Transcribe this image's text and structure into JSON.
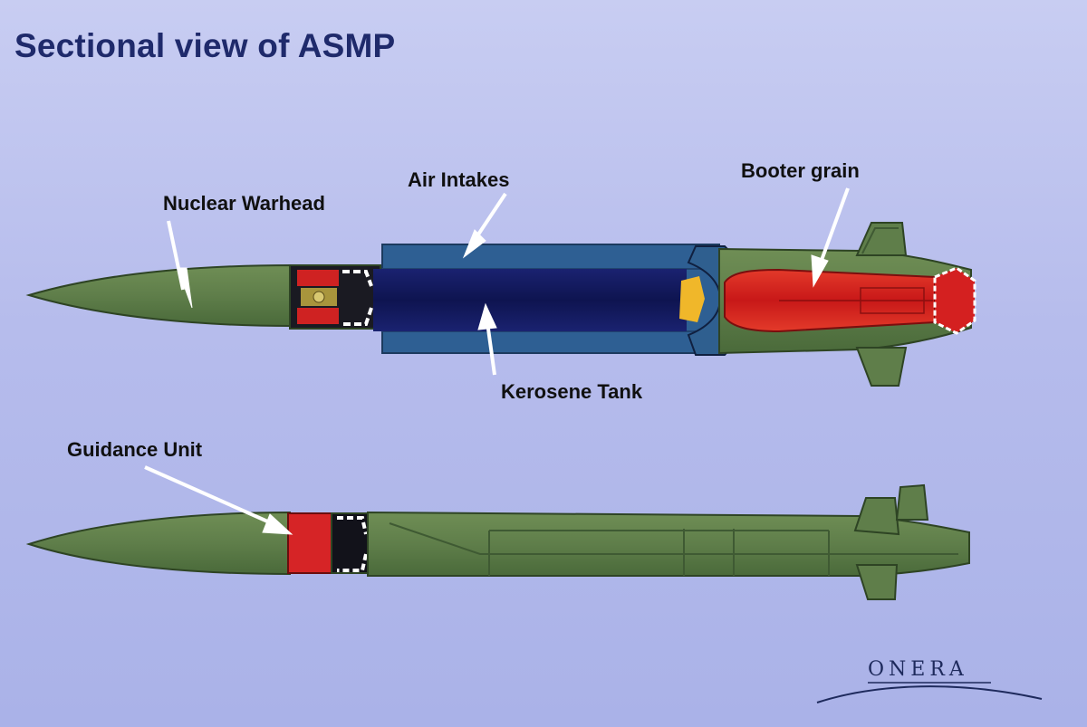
{
  "title": "Sectional view of ASMP",
  "labels": {
    "nuclear_warhead": "Nuclear Warhead",
    "air_intakes": "Air Intakes",
    "booster_grain": "Booter grain",
    "kerosene_tank": "Kerosene Tank",
    "guidance_unit": "Guidance Unit"
  },
  "logo": {
    "text": "ONERA"
  },
  "colors": {
    "background": "#b8bdee",
    "title": "#1f2a6b",
    "airframe": "#5f7e4a",
    "airframe_dark": "#3f5a33",
    "kerosene": "#12195e",
    "intake": "#2e5f93",
    "booster": "#d42020",
    "guidance": "#d62426",
    "arrow": "#ffffff"
  }
}
